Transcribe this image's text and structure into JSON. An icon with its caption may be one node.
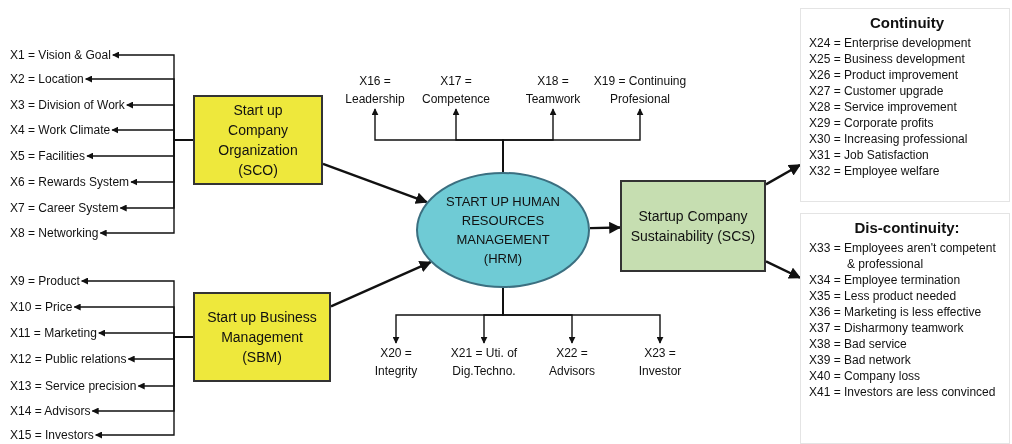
{
  "diagram": {
    "nodes": [
      {
        "text": [
          "Start up Company Organization (SCO)"
        ]
      },
      {
        "text": [
          "Start up Business Management (SBM)"
        ]
      },
      {
        "text": [
          "START UP HUMAN RESOURCES MANAGEMENT (HRM)"
        ]
      },
      {
        "text": [
          "Startup Company Sustainability (SCS)"
        ]
      },
      {
        "text": [
          "Continuity",
          "X24 = Enterprise development",
          "X25 = Business development",
          "X26 = Product improvement",
          "X27 = Customer upgrade",
          "X28 = Service improvement",
          "X29 = Corporate profits",
          "X30 = Increasing professional",
          "X31 = Job Satisfaction",
          "X32 = Employee welfare"
        ]
      },
      {
        "text": [
          "Dis-continuity:",
          "X33 = Employees aren't competent & professional",
          "X34 = Employee termination",
          "X35 = Less product needed",
          "X36 = Marketing is less effective",
          "X37 = Disharmony teamwork",
          "X38 = Bad service",
          "X39 = Bad network",
          "X40 = Company loss",
          "X41 = Investors are less convinced"
        ]
      },
      {
        "text": [
          "X1 = Vision & Goal"
        ]
      },
      {
        "text": [
          "X2 = Location"
        ]
      },
      {
        "text": [
          "X3 = Division of Work"
        ]
      },
      {
        "text": [
          "X4 = Work Climate"
        ]
      },
      {
        "text": [
          "X5 = Facilities"
        ]
      },
      {
        "text": [
          "X6 = Rewards System"
        ]
      },
      {
        "text": [
          "X7 = Career System"
        ]
      },
      {
        "text": [
          "X8 = Networking"
        ]
      },
      {
        "text": [
          "X9 = Product"
        ]
      },
      {
        "text": [
          "X10 = Price"
        ]
      },
      {
        "text": [
          "X11 = Marketing"
        ]
      },
      {
        "text": [
          "X12 = Public relations"
        ]
      },
      {
        "text": [
          "X13 = Service precision"
        ]
      },
      {
        "text": [
          "X14 = Advisors"
        ]
      },
      {
        "text": [
          "X15 = Investors"
        ]
      },
      {
        "text": [
          "X16 = Leadership"
        ]
      },
      {
        "text": [
          "X17 = Competence"
        ]
      },
      {
        "text": [
          "X18 = Teamwork"
        ]
      },
      {
        "text": [
          "X19 = Continuing Profesional"
        ]
      },
      {
        "text": [
          "X20 = Integrity"
        ]
      },
      {
        "text": [
          "X21 = Uti. of Dig.Techno."
        ]
      },
      {
        "text": [
          "X22 = Advisors"
        ]
      },
      {
        "text": [
          "X23 = Investor"
        ]
      }
    ],
    "edges": [
      {
        "from": 0,
        "to": 2,
        "arrow": "to"
      },
      {
        "from": 1,
        "to": 2,
        "arrow": "to"
      },
      {
        "from": 2,
        "to": 3,
        "arrow": "to"
      },
      {
        "from": 3,
        "to": 4,
        "arrow": "to"
      },
      {
        "from": 3,
        "to": 5,
        "arrow": "to"
      },
      {
        "from": 0,
        "to": 6,
        "arrow": "to"
      },
      {
        "from": 0,
        "to": 7,
        "arrow": "to"
      },
      {
        "from": 0,
        "to": 8,
        "arrow": "to"
      },
      {
        "from": 0,
        "to": 9,
        "arrow": "to"
      },
      {
        "from": 0,
        "to": 10,
        "arrow": "to"
      },
      {
        "from": 0,
        "to": 11,
        "arrow": "to"
      },
      {
        "from": 0,
        "to": 12,
        "arrow": "to"
      },
      {
        "from": 0,
        "to": 13,
        "arrow": "to"
      },
      {
        "from": 1,
        "to": 14,
        "arrow": "to"
      },
      {
        "from": 1,
        "to": 15,
        "arrow": "to"
      },
      {
        "from": 1,
        "to": 16,
        "arrow": "to"
      },
      {
        "from": 1,
        "to": 17,
        "arrow": "to"
      },
      {
        "from": 1,
        "to": 18,
        "arrow": "to"
      },
      {
        "from": 1,
        "to": 19,
        "arrow": "to"
      },
      {
        "from": 1,
        "to": 20,
        "arrow": "to"
      },
      {
        "from": 2,
        "to": 21,
        "arrow": "to"
      },
      {
        "from": 2,
        "to": 22,
        "arrow": "to"
      },
      {
        "from": 2,
        "to": 23,
        "arrow": "to"
      },
      {
        "from": 2,
        "to": 24,
        "arrow": "to"
      },
      {
        "from": 2,
        "to": 25,
        "arrow": "to"
      },
      {
        "from": 2,
        "to": 26,
        "arrow": "to"
      },
      {
        "from": 2,
        "to": 27,
        "arrow": "to"
      },
      {
        "from": 2,
        "to": 28,
        "arrow": "to"
      }
    ]
  }
}
